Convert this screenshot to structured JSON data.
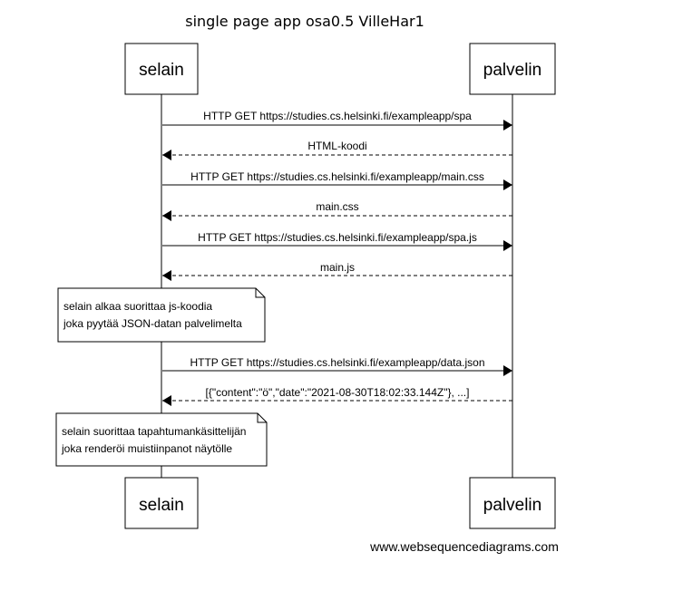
{
  "title": "single page app osa0.5 VilleHar1",
  "participants": [
    {
      "id": "selain",
      "label": "selain"
    },
    {
      "id": "palvelin",
      "label": "palvelin"
    }
  ],
  "messages": [
    {
      "from": "selain",
      "to": "palvelin",
      "style": "solid",
      "label": "HTTP GET https://studies.cs.helsinki.fi/exampleapp/spa"
    },
    {
      "from": "palvelin",
      "to": "selain",
      "style": "dashed",
      "label": "HTML-koodi"
    },
    {
      "from": "selain",
      "to": "palvelin",
      "style": "solid",
      "label": "HTTP GET https://studies.cs.helsinki.fi/exampleapp/main.css"
    },
    {
      "from": "palvelin",
      "to": "selain",
      "style": "dashed",
      "label": "main.css"
    },
    {
      "from": "selain",
      "to": "palvelin",
      "style": "solid",
      "label": "HTTP GET https://studies.cs.helsinki.fi/exampleapp/spa.js"
    },
    {
      "from": "palvelin",
      "to": "selain",
      "style": "dashed",
      "label": "main.js"
    },
    {
      "from": "selain",
      "to": "palvelin",
      "style": "solid",
      "label": "HTTP GET https://studies.cs.helsinki.fi/exampleapp/data.json"
    },
    {
      "from": "palvelin",
      "to": "selain",
      "style": "dashed",
      "label": "[{\"content\":\"ö\",\"date\":\"2021-08-30T18:02:33.144Z\"}, ...]"
    }
  ],
  "notes": [
    {
      "over": "selain",
      "lines": [
        "selain alkaa suorittaa js-koodia",
        "joka pyytää JSON-datan palvelimelta"
      ]
    },
    {
      "over": "selain",
      "lines": [
        "selain suorittaa tapahtumankäsittelijän",
        "joka renderöi muistiinpanot näytölle"
      ]
    }
  ],
  "watermark": "www.websequencediagrams.com"
}
